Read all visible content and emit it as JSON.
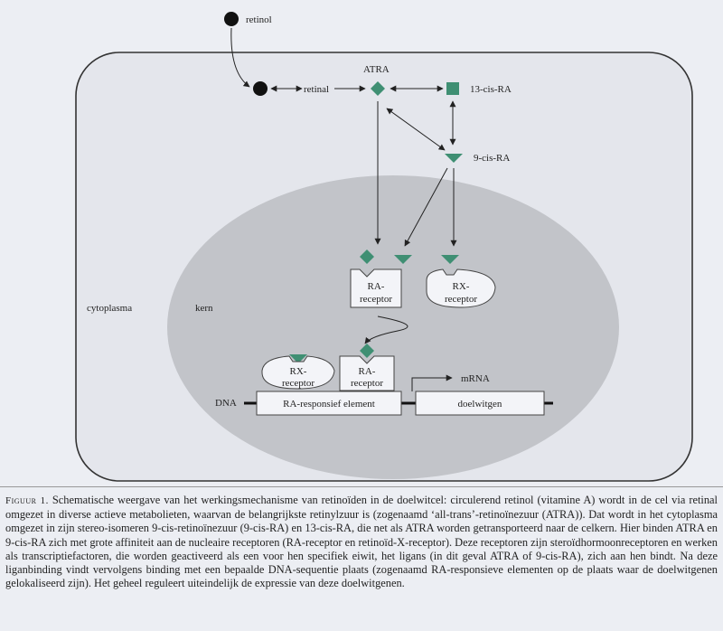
{
  "diagram": {
    "labels": {
      "retinol": "retinol",
      "retinal": "retinal",
      "atra": "ATRA",
      "cis13": "13-cis-RA",
      "cis9": "9-cis-RA",
      "cytoplasma": "cytoplasma",
      "kern": "kern",
      "dna": "DNA",
      "mrna": "mRNA"
    },
    "receptors": {
      "ra_top_1": "RA-",
      "ra_top_2": "receptor",
      "rx_top_1": "RX-",
      "rx_top_2": "receptor",
      "rx_bot_1": "RX-",
      "rx_bot_2": "receptor",
      "ra_bot_1": "RA-",
      "ra_bot_2": "receptor"
    },
    "dna_elements": {
      "response": "RA-responsief element",
      "gene": "doelwitgen"
    },
    "colors": {
      "ligand": "#3f8f73",
      "nucleus": "#c2c4c9",
      "box_fill": "#f3f4f8",
      "cell_border": "#333333"
    }
  },
  "caption": {
    "head": "Figuur 1.",
    "text": "Schematische weergave van het werkingsmechanisme van retinoïden in de doelwitcel: circulerend retinol (vitamine A) wordt in de cel via retinal omgezet in diverse actieve metabolieten, waarvan de belangrijkste retinylzuur is (zogenaamd ‘all-trans’-retinoïnezuur (ATRA)). Dat wordt in het cytoplasma omgezet in zijn stereo-isomeren 9-cis-retinoïnezuur (9-cis-RA) en 13-cis-RA, die net als ATRA worden getransporteerd naar de celkern. Hier binden ATRA en 9-cis-RA zich met grote affiniteit aan de nucleaire receptoren (RA-receptor en retinoïd-X-receptor). Deze receptoren zijn steroïdhormoonreceptoren en werken als transcriptiefactoren, die worden geactiveerd als een voor hen specifiek eiwit, het ligans (in dit geval ATRA of 9-cis-RA), zich aan hen bindt. Na deze liganbinding vindt vervolgens binding met een bepaalde DNA-sequentie plaats (zogenaamd RA-responsieve elementen op de plaats waar de doelwitgenen gelokaliseerd zijn). Het geheel reguleert uiteindelijk de expressie van deze doelwitgenen."
  }
}
